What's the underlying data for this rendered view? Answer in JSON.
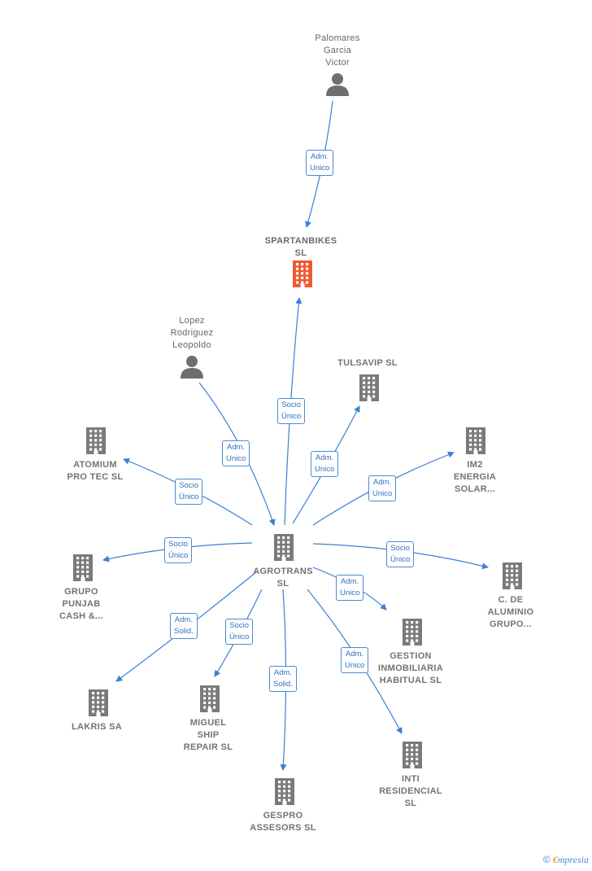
{
  "colors": {
    "edge": "#3a7fd5",
    "company_icon": "#7a7a7a",
    "focus_company_icon": "#f05a30",
    "person_icon": "#6e6e6e",
    "label_text": "#666666",
    "edge_label_text": "#2f6fbf",
    "brand_e": "#e8a21a"
  },
  "nodes": [
    {
      "id": "palomares",
      "type": "person",
      "lines": [
        "Palomares",
        "Garcia",
        "Victor"
      ]
    },
    {
      "id": "spartanbikes",
      "type": "focus-company",
      "lines": [
        "SPARTANBIKES",
        "SL"
      ]
    },
    {
      "id": "lopez",
      "type": "person",
      "lines": [
        "Lopez",
        "Rodriguez",
        "Leopoldo"
      ]
    },
    {
      "id": "tulsavip",
      "type": "company",
      "lines": [
        "TULSAVIP  SL"
      ]
    },
    {
      "id": "atomium",
      "type": "company",
      "lines": [
        "ATOMIUM",
        "PRO TEC  SL"
      ]
    },
    {
      "id": "im2",
      "type": "company",
      "lines": [
        "IM2",
        "ENERGIA",
        "SOLAR..."
      ]
    },
    {
      "id": "agrotrans",
      "type": "company",
      "lines": [
        "AGROTRANS",
        "SL"
      ]
    },
    {
      "id": "grupo-punjab",
      "type": "company",
      "lines": [
        "GRUPO",
        "PUNJAB",
        "CASH &..."
      ]
    },
    {
      "id": "c-de-aluminio",
      "type": "company",
      "lines": [
        "C.  DE",
        "ALUMINIO",
        "GRUPO..."
      ]
    },
    {
      "id": "gestion",
      "type": "company",
      "lines": [
        "GESTION",
        "INMOBILIARIA",
        "HABITUAL  SL"
      ]
    },
    {
      "id": "lakris",
      "type": "company",
      "lines": [
        "LAKRIS SA"
      ]
    },
    {
      "id": "miguel-ship",
      "type": "company",
      "lines": [
        "MIGUEL",
        "SHIP",
        "REPAIR  SL"
      ]
    },
    {
      "id": "inti",
      "type": "company",
      "lines": [
        "INTI",
        "RESIDENCIAL",
        "SL"
      ]
    },
    {
      "id": "gespro",
      "type": "company",
      "lines": [
        "GESPRO",
        "ASSESORS  SL"
      ]
    }
  ],
  "edges": [
    {
      "id": "palomares-spartanbikes",
      "from": "palomares",
      "to": "spartanbikes",
      "lines": [
        "Adm.",
        "Unico"
      ]
    },
    {
      "id": "agrotrans-spartanbikes",
      "from": "agrotrans",
      "to": "spartanbikes",
      "lines": [
        "Socio",
        "Único"
      ]
    },
    {
      "id": "lopez-agrotrans",
      "from": "lopez",
      "to": "agrotrans",
      "lines": [
        "Adm.",
        "Unico"
      ]
    },
    {
      "id": "agrotrans-tulsavip",
      "from": "agrotrans",
      "to": "tulsavip",
      "lines": [
        "Adm.",
        "Unico"
      ]
    },
    {
      "id": "agrotrans-atomium",
      "from": "agrotrans",
      "to": "atomium",
      "lines": [
        "Socio",
        "Único"
      ]
    },
    {
      "id": "agrotrans-im2",
      "from": "agrotrans",
      "to": "im2",
      "lines": [
        "Adm.",
        "Unico"
      ]
    },
    {
      "id": "agrotrans-grupo-punjab",
      "from": "agrotrans",
      "to": "grupo-punjab",
      "lines": [
        "Socio",
        "Único"
      ]
    },
    {
      "id": "agrotrans-c-de-aluminio",
      "from": "agrotrans",
      "to": "c-de-aluminio",
      "lines": [
        "Socio",
        "Único"
      ]
    },
    {
      "id": "agrotrans-gestion",
      "from": "agrotrans",
      "to": "gestion",
      "lines": [
        "Adm.",
        "Unico"
      ]
    },
    {
      "id": "agrotrans-lakris",
      "from": "agrotrans",
      "to": "lakris",
      "lines": [
        "Adm.",
        "Solid."
      ]
    },
    {
      "id": "agrotrans-miguel-ship",
      "from": "agrotrans",
      "to": "miguel-ship",
      "lines": [
        "Socio",
        "Único"
      ]
    },
    {
      "id": "agrotrans-inti",
      "from": "agrotrans",
      "to": "inti",
      "lines": [
        "Adm.",
        "Unico"
      ]
    },
    {
      "id": "agrotrans-gespro",
      "from": "agrotrans",
      "to": "gespro",
      "lines": [
        "Adm.",
        "Solid."
      ]
    }
  ],
  "brand": {
    "copyright": "©",
    "e": "€",
    "rest": "mpresia"
  }
}
